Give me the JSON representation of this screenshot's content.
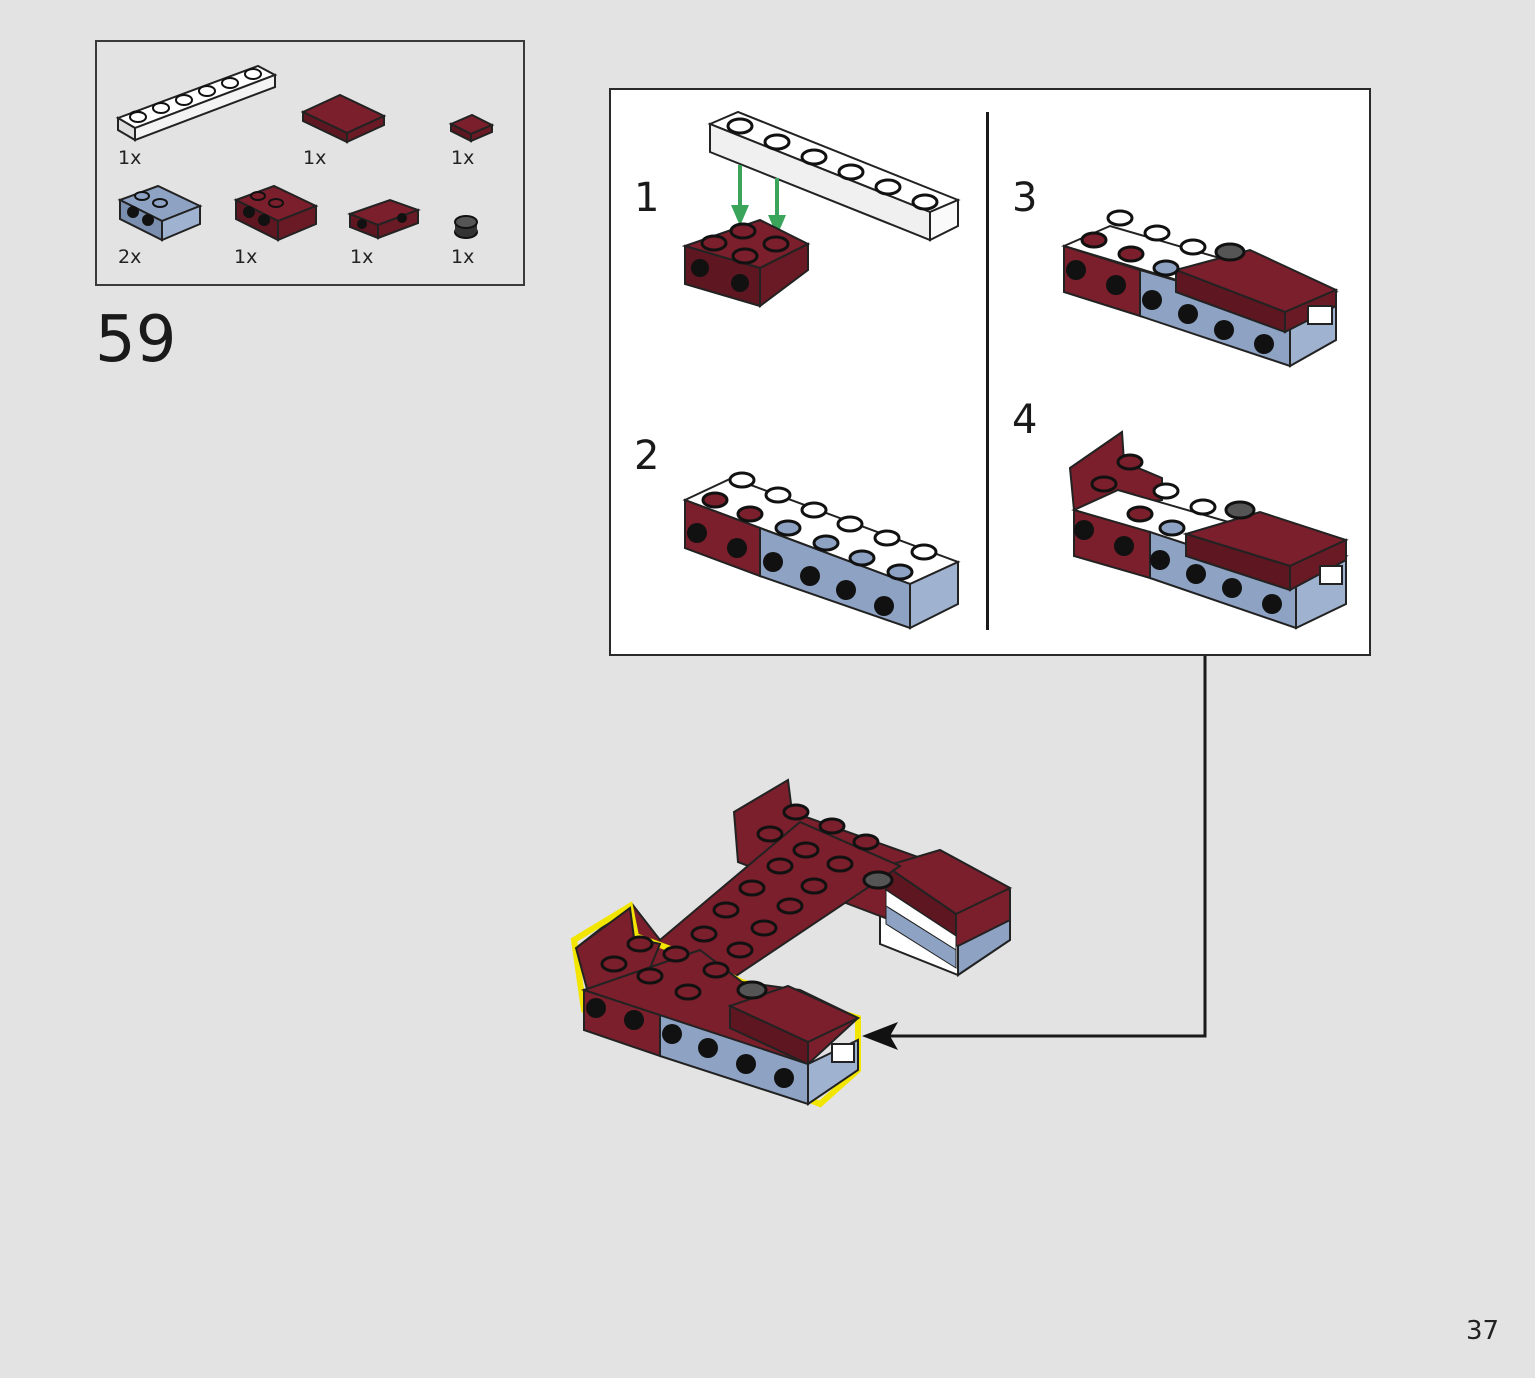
{
  "parts_list": {
    "items": [
      {
        "qty": "1x",
        "part": "white-plate-1x6-icon",
        "color": "#ffffff"
      },
      {
        "qty": "1x",
        "part": "dark-red-tile-2x2-icon",
        "color": "#7a1f2b"
      },
      {
        "qty": "1x",
        "part": "dark-red-tile-1x1-icon",
        "color": "#7a1f2b"
      },
      {
        "qty": "2x",
        "part": "sand-blue-brick-modified-icon",
        "color": "#8ea3c4"
      },
      {
        "qty": "1x",
        "part": "dark-red-brick-modified-icon",
        "color": "#7a1f2b"
      },
      {
        "qty": "1x",
        "part": "dark-red-bracket-icon",
        "color": "#7a1f2b"
      },
      {
        "qty": "1x",
        "part": "black-round-plate-icon",
        "color": "#333333"
      }
    ]
  },
  "step": "59",
  "substeps": [
    "1",
    "2",
    "3",
    "4"
  ],
  "page_number": "37",
  "colors": {
    "background": "#e3e3e3",
    "dark_red": "#7a1f2b",
    "sand_blue": "#8ea3c4",
    "white": "#ffffff",
    "highlight": "#f2e600",
    "arrow_green": "#3aa55a"
  }
}
